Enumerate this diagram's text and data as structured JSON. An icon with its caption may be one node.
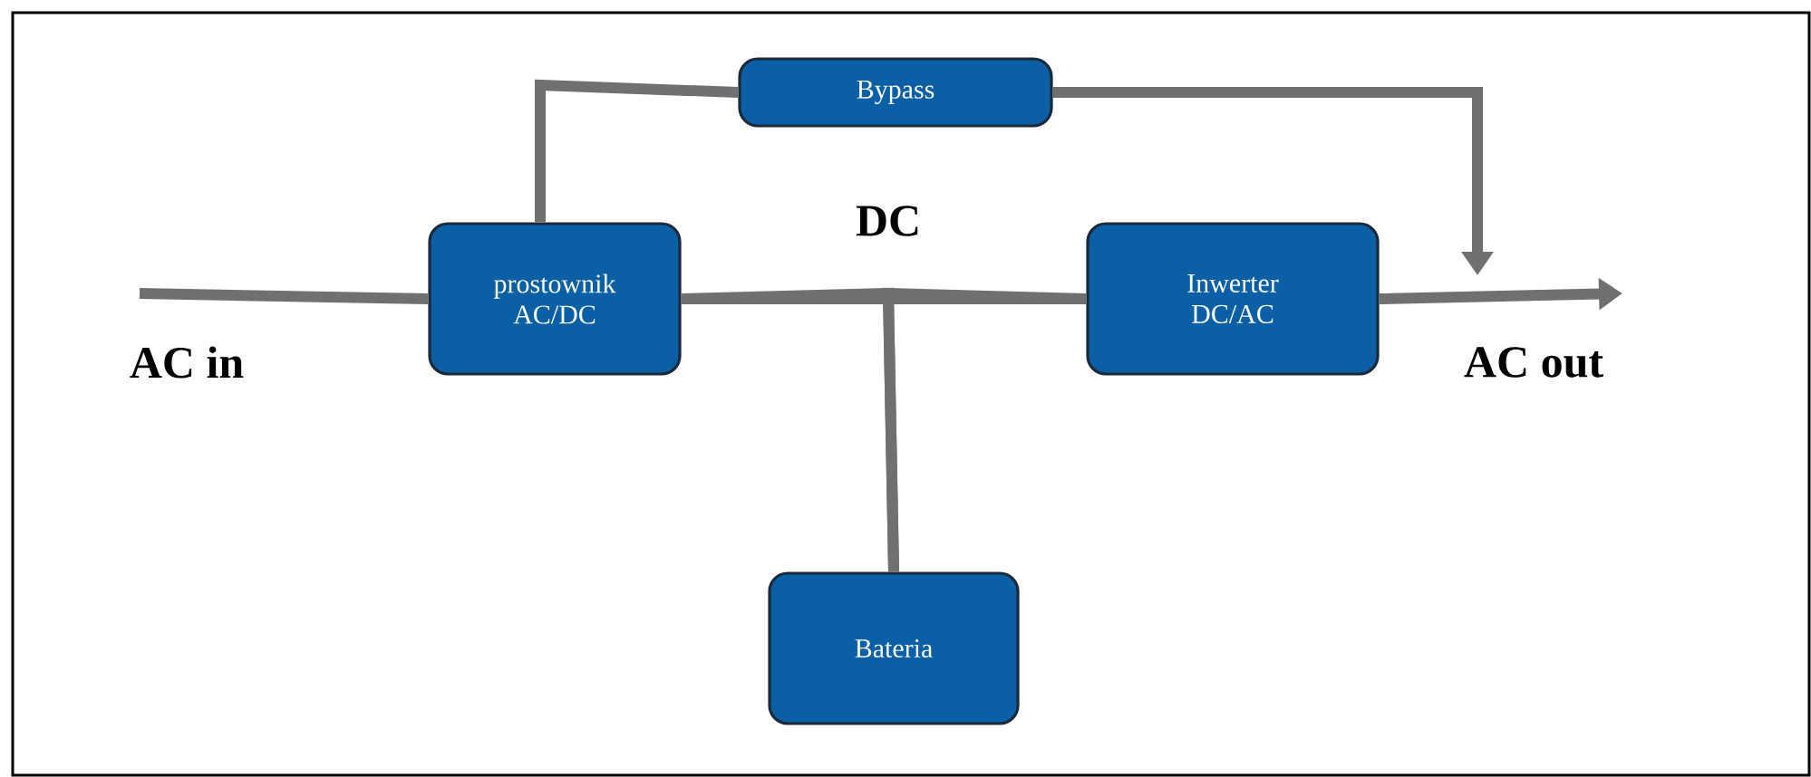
{
  "diagram": {
    "nodes": [
      {
        "text": [
          "Bypass"
        ]
      },
      {
        "text": [
          "prostownik AC/DC"
        ]
      },
      {
        "text": [
          "Inwerter DC/AC"
        ]
      },
      {
        "text": [
          "Bateria"
        ]
      }
    ],
    "edges": [
      {
        "from": null,
        "to": 1,
        "arrow": "none"
      },
      {
        "from": 1,
        "to": 2,
        "arrow": "none"
      },
      {
        "from": 1,
        "to": 3,
        "arrow": "none"
      },
      {
        "from": 3,
        "to": 2,
        "arrow": "none"
      },
      {
        "from": 2,
        "to": null,
        "arrow": "to"
      },
      {
        "from": 1,
        "to": 0,
        "arrow": "none"
      },
      {
        "from": 0,
        "to": null,
        "arrow": "to"
      }
    ],
    "labels": [
      "DC",
      "AC in",
      "AC out"
    ]
  }
}
